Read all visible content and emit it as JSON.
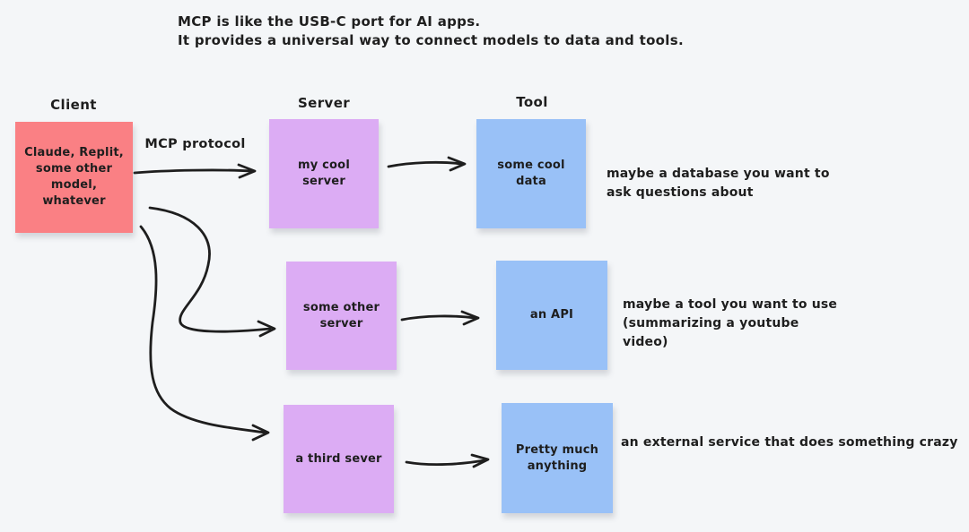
{
  "title": {
    "line1": "MCP is like the USB-C port for AI apps.",
    "line2": "It provides a universal way to connect models to data and tools."
  },
  "columns": {
    "client": "Client",
    "server": "Server",
    "tool": "Tool"
  },
  "client_box": {
    "label": "Claude, Replit, some other model, whatever"
  },
  "protocol_label": "MCP protocol",
  "rows": [
    {
      "server": "my cool server",
      "tool": "some cool data",
      "note": "maybe a database you want to ask questions about"
    },
    {
      "server": "some other server",
      "tool": "an API",
      "note": "maybe a tool you want to use (summarizing a youtube video)"
    },
    {
      "server": "a third sever",
      "tool": "Pretty much anything",
      "note": "an external service that does something crazy"
    }
  ],
  "colors": {
    "background": "#f4f6f8",
    "client_box": "#fa8084",
    "server_box": "#dcacf4",
    "tool_box": "#99c1f7",
    "ink": "#1e1e1e"
  }
}
